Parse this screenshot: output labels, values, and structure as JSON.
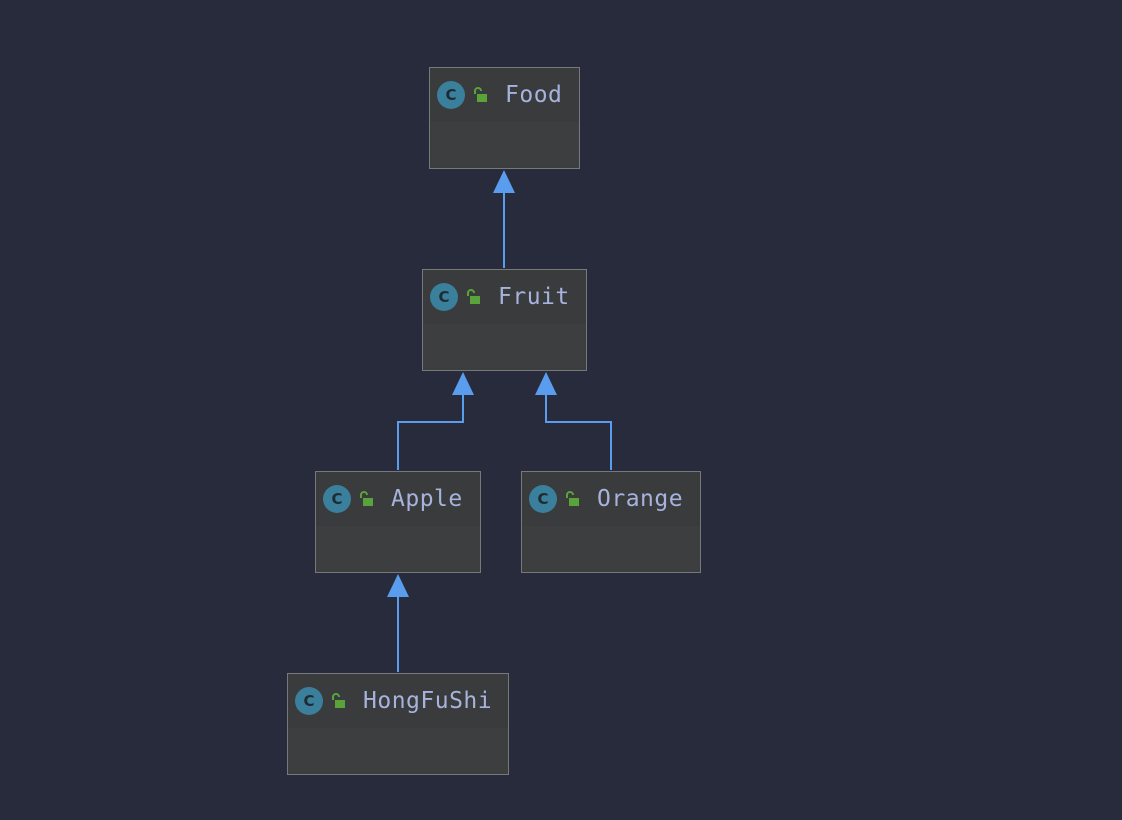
{
  "diagram": {
    "colors": {
      "background": "#282b3b",
      "node_fill": "#3b3d3e",
      "node_border": "#76797b",
      "edge": "#5a9cee",
      "class_icon": "#3a7f9b",
      "lock_icon": "#59a33a",
      "text": "#a7b3dc"
    },
    "class_icon_letter": "C",
    "nodes": [
      {
        "id": "food",
        "name": "Food",
        "kind": "class",
        "visibility": "public"
      },
      {
        "id": "fruit",
        "name": "Fruit",
        "kind": "class",
        "visibility": "public"
      },
      {
        "id": "apple",
        "name": "Apple",
        "kind": "class",
        "visibility": "public"
      },
      {
        "id": "orange",
        "name": "Orange",
        "kind": "class",
        "visibility": "public"
      },
      {
        "id": "hongfushi",
        "name": "HongFuShi",
        "kind": "class",
        "visibility": "public"
      }
    ],
    "edges": [
      {
        "from": "fruit",
        "to": "food",
        "type": "extends"
      },
      {
        "from": "apple",
        "to": "fruit",
        "type": "extends"
      },
      {
        "from": "orange",
        "to": "fruit",
        "type": "extends"
      },
      {
        "from": "hongfushi",
        "to": "apple",
        "type": "extends"
      }
    ]
  }
}
